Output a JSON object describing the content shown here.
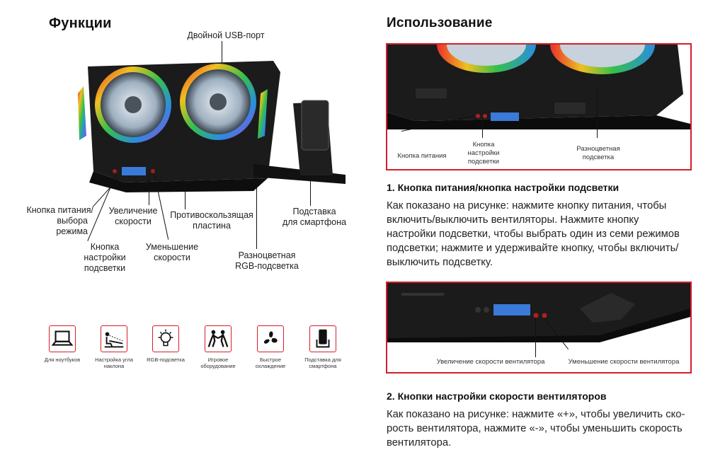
{
  "left": {
    "title": "Функции",
    "callouts": {
      "usb": "Двойной USB-порт",
      "power_line1": "Кнопка питания/",
      "power_line2": "выбора",
      "power_line3": "режима",
      "light_line1": "Кнопка",
      "light_line2": "настройки",
      "light_line3": "подсветки",
      "speed_up_line1": "Увеличение",
      "speed_up_line2": "скорости",
      "speed_down_line1": "Уменьшение",
      "speed_down_line2": "скорости",
      "antislip_line1": "Противоскользящая",
      "antislip_line2": "пластина",
      "rgb_line1": "Разноцветная",
      "rgb_line2": "RGB-подсветка",
      "stand_line1": "Подставка",
      "stand_line2": "для смартфона"
    },
    "features": [
      {
        "icon": "laptop-icon",
        "line1": "Для ноутбуков",
        "line2": ""
      },
      {
        "icon": "tilt-angle-icon",
        "line1": "Настройка угла",
        "line2": "наклона"
      },
      {
        "icon": "lightbulb-icon",
        "line1": "RGB-подсветка",
        "line2": ""
      },
      {
        "icon": "gamers-icon",
        "line1": "Игровое",
        "line2": "оборудование"
      },
      {
        "icon": "fan-icon",
        "line1": "Быстрое",
        "line2": "охлаждение"
      },
      {
        "icon": "smartphone-stand-icon",
        "line1": "Подставка для",
        "line2": "смартфона"
      }
    ]
  },
  "right": {
    "title": "Использование",
    "photo1": {
      "power": "Кнопка питания",
      "light_line1": "Кнопка",
      "light_line2": "настройки",
      "light_line3": "подсветки",
      "rgb_line1": "Разноцветная",
      "rgb_line2": "подсветка"
    },
    "section1": {
      "heading": "1. Кнопка питания/кнопка настройки подсветки",
      "line1": "Как показано на рисунке: нажмите кнопку питания, чтобы",
      "line2": "включить/выключить вентиляторы. Нажмите кнопку",
      "line3": "настройки подсветки, чтобы выбрать один из семи режимов",
      "line4": "подсветки; нажмите и удерживайте кнопку, чтобы включить/",
      "line5": "выключить подсветку."
    },
    "photo2": {
      "speed_up": "Увеличение скорости вентилятора",
      "speed_down": "Уменьшение скорости вентилятора"
    },
    "section2": {
      "heading": "2. Кнопки настройки скорости вентиляторов",
      "line1": "Как показано на рисунке: нажмите «+», чтобы увеличить ско-",
      "line2": "рость вентилятора, нажмите «-», чтобы уменьшить скорость",
      "line3": "вентилятора."
    }
  },
  "colors": {
    "accent": "#d51e2a",
    "product": "#1a1a1a",
    "lcd": "#3a7ad8"
  }
}
